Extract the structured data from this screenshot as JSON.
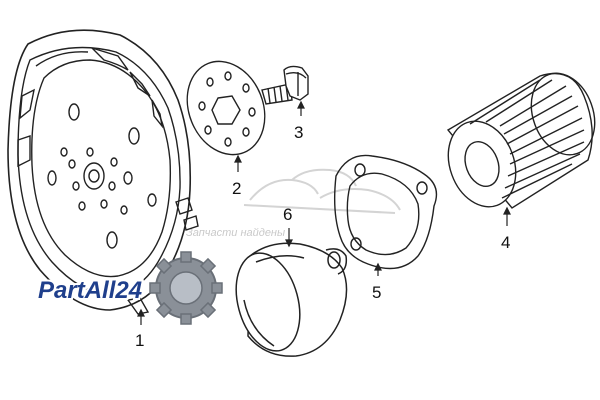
{
  "callouts": {
    "c1": "1",
    "c2": "2",
    "c3": "3",
    "c4": "4",
    "c5": "5",
    "c6": "6"
  },
  "watermark": {
    "text": "Запчасти найдены"
  },
  "logo": {
    "text": "PartAll24"
  },
  "colors": {
    "line": "#222222",
    "watermark": "#c9c9c9",
    "logo_fill": "#1f3f8c",
    "logo_outline": "#ffffff",
    "gear": "#8a9098"
  }
}
